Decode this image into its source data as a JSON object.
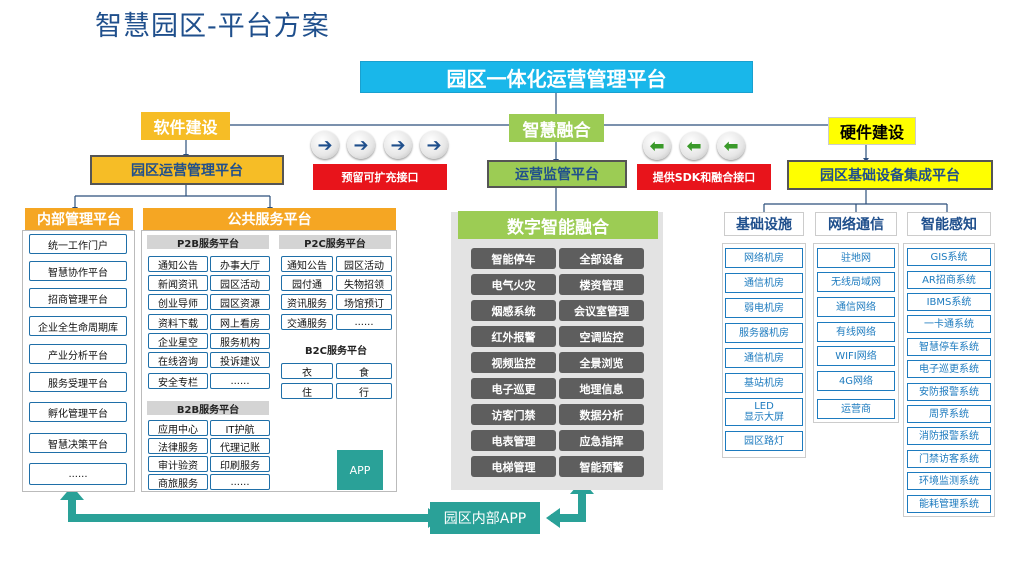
{
  "title": "智慧园区-平台方案",
  "top_platform": "园区一体化运营管理平台",
  "software": "软件建设",
  "fusion": "智慧融合",
  "hardware": "硬件建设",
  "park_ops_platform": "园区运营管理平台",
  "reserved_interface": "预留可扩充接口",
  "ops_monitor_platform": "运营监管平台",
  "sdk_interface": "提供SDK和融合接口",
  "infra_platform": "园区基础设备集成平台",
  "internal_platform": {
    "title": "内部管理平台",
    "items": [
      "统一工作门户",
      "智慧协作平台",
      "招商管理平台",
      "企业全生命周期库",
      "产业分析平台",
      "服务受理平台",
      "孵化管理平台",
      "智慧决策平台",
      "......"
    ]
  },
  "public_platform": {
    "title": "公共服务平台",
    "p2b": {
      "title": "P2B服务平台",
      "rows": [
        [
          "通知公告",
          "办事大厅"
        ],
        [
          "新闻资讯",
          "园区活动"
        ],
        [
          "创业导师",
          "园区资源"
        ],
        [
          "资料下载",
          "网上看房"
        ],
        [
          "企业星空",
          "服务机构"
        ],
        [
          "在线咨询",
          "投诉建议"
        ],
        [
          "安全专栏",
          "......"
        ]
      ]
    },
    "p2c": {
      "title": "P2C服务平台",
      "rows": [
        [
          "通知公告",
          "园区活动"
        ],
        [
          "园付通",
          "失物招领"
        ],
        [
          "资讯服务",
          "场馆预订"
        ],
        [
          "交通服务",
          "......"
        ]
      ]
    },
    "b2c": {
      "title": "B2C服务平台",
      "rows": [
        [
          "衣",
          "食"
        ],
        [
          "住",
          "行"
        ]
      ]
    },
    "b2b": {
      "title": "B2B服务平台",
      "rows": [
        [
          "应用中心",
          "IT护航"
        ],
        [
          "法律服务",
          "代理记账"
        ],
        [
          "审计验资",
          "印刷服务"
        ],
        [
          "商旅服务",
          "......"
        ]
      ]
    }
  },
  "digital_fusion": {
    "title": "数字智能融合",
    "rows": [
      [
        "智能停车",
        "全部设备"
      ],
      [
        "电气火灾",
        "楼资管理"
      ],
      [
        "烟感系统",
        "会议室管理"
      ],
      [
        "红外报警",
        "空调监控"
      ],
      [
        "视频监控",
        "全景浏览"
      ],
      [
        "电子巡更",
        "地理信息"
      ],
      [
        "访客门禁",
        "数据分析"
      ],
      [
        "电表管理",
        "应急指挥"
      ],
      [
        "电梯管理",
        "智能预警"
      ]
    ]
  },
  "infra": {
    "base": {
      "title": "基础设施",
      "items": [
        "网络机房",
        "通信机房",
        "弱电机房",
        "服务器机房",
        "通信机房",
        "基站机房",
        "LED\n显示大屏",
        "园区路灯"
      ]
    },
    "network": {
      "title": "网络通信",
      "items": [
        "驻地网",
        "无线局域网",
        "通信网络",
        "有线网络",
        "WIFI网络",
        "4G网络",
        "运营商"
      ]
    },
    "sensing": {
      "title": "智能感知",
      "items": [
        "GIS系统",
        "AR招商系统",
        "IBMS系统",
        "一卡通系统",
        "智慧停车系统",
        "电子巡更系统",
        "安防报警系统",
        "周界系统",
        "消防报警系统",
        "门禁访客系统",
        "环境监测系统",
        "能耗管理系统"
      ]
    }
  },
  "app": "APP",
  "internal_app": "园区内部APP",
  "colors": {
    "banner": "#19b7ea",
    "orange": "#f6bd26",
    "red": "#e8141b",
    "green": "#9ccc54",
    "yellow": "#ffff00",
    "teal": "#2aa198",
    "title_blue": "#1f4f8c"
  },
  "icons": {
    "right_arrow": "➔",
    "left_arrow": "⬅"
  }
}
